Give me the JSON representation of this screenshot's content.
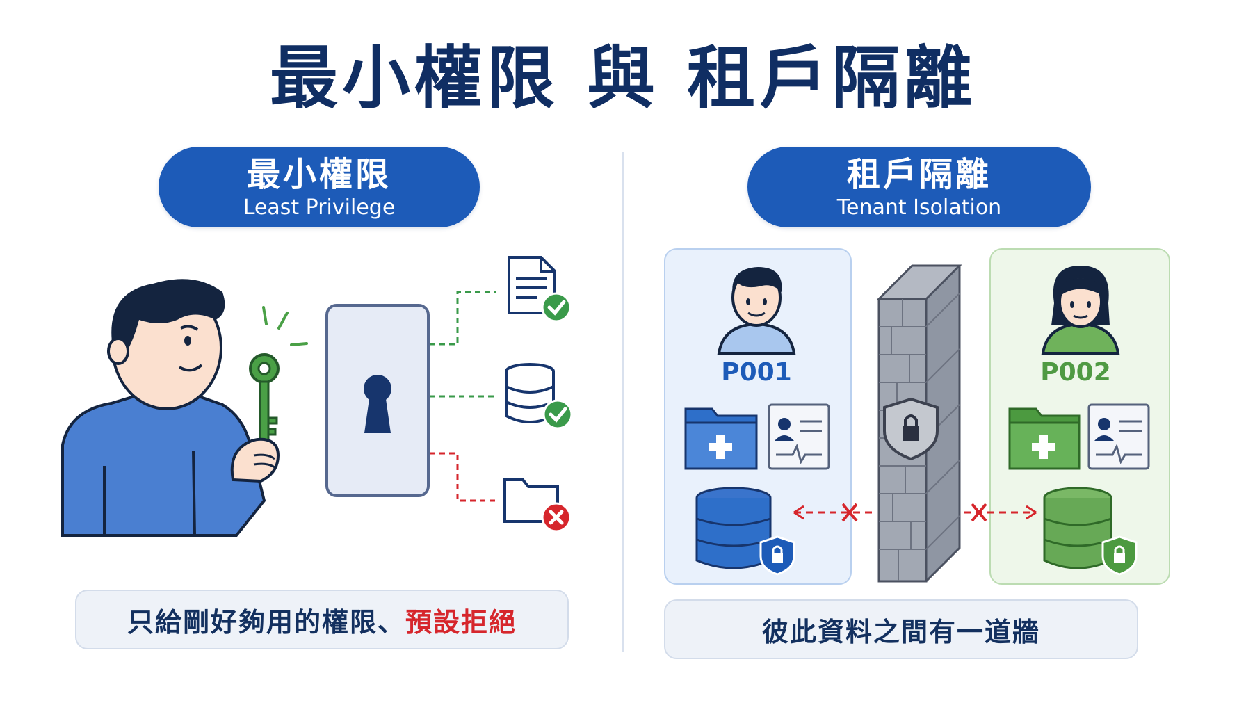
{
  "title": "最小權限 與 租戶隔離",
  "left": {
    "heading_zh": "最小權限",
    "heading_en": "Least Privilege",
    "caption_prefix": "只給剛好夠用的權限、",
    "caption_highlight": "預設拒絕"
  },
  "right": {
    "heading_zh": "租戶隔離",
    "heading_en": "Tenant Isolation",
    "tenant_a": "P001",
    "tenant_b": "P002",
    "caption": "彼此資料之間有一道牆"
  },
  "colors": {
    "primary_blue": "#1d5bb8",
    "title_navy": "#102e63",
    "allow_green": "#3a9a4a",
    "deny_red": "#d6262c",
    "tenant_green": "#5aa84e"
  }
}
